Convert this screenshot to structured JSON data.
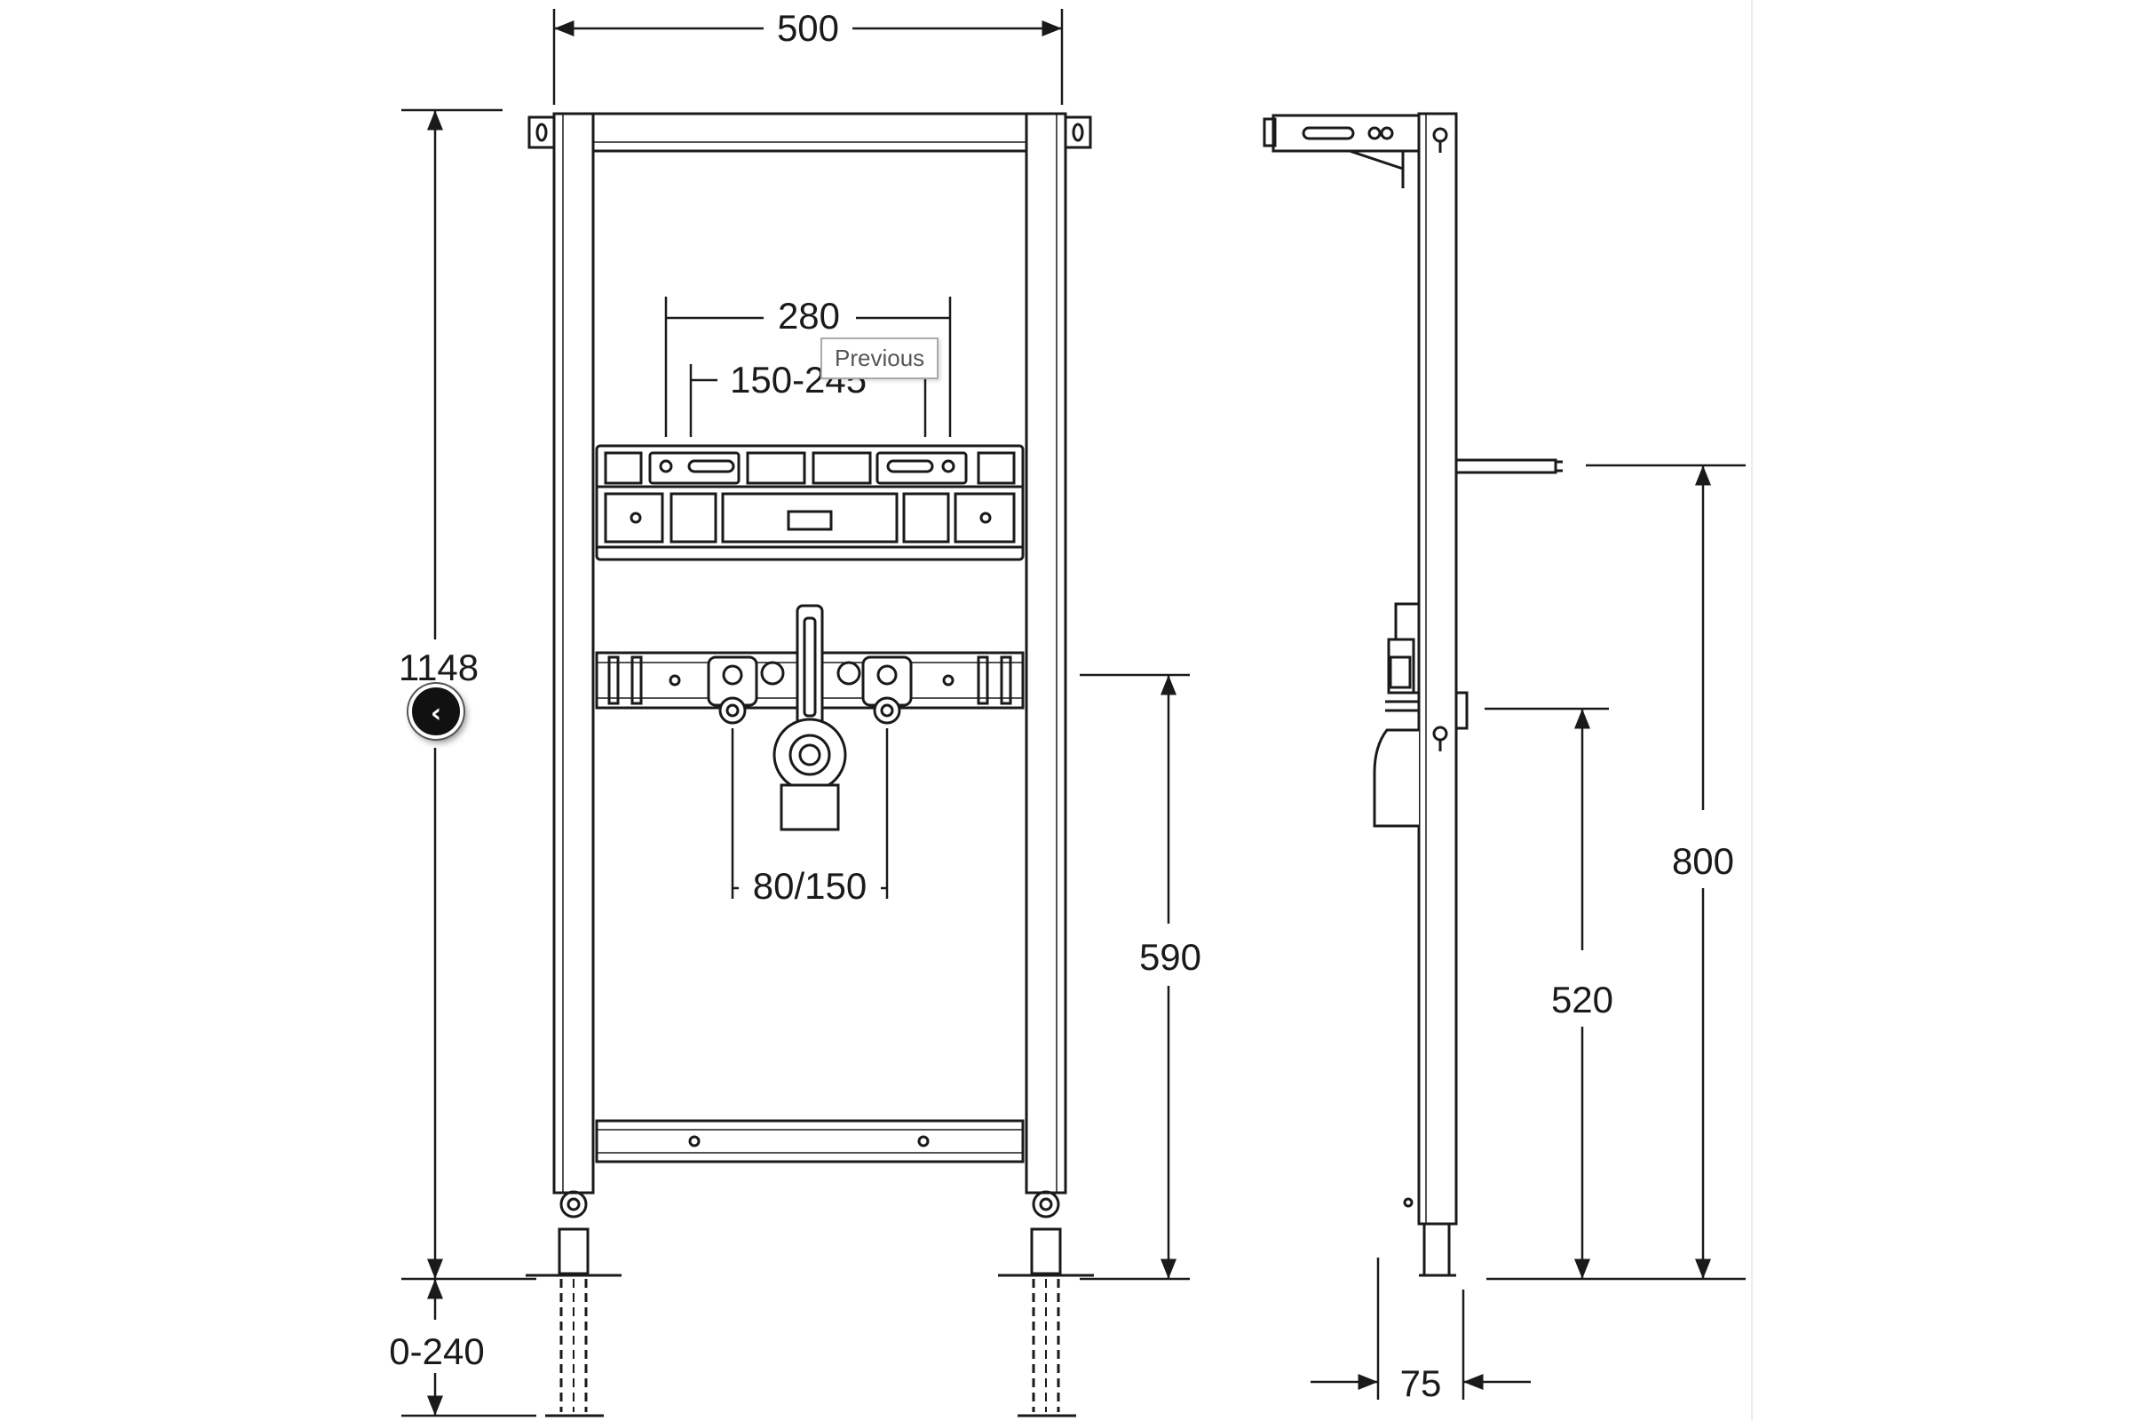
{
  "dimensions": {
    "width_total": "500",
    "height_total": "1148",
    "foot_extension": "0-240",
    "bracket_spacing": "280",
    "bracket_adjust": "150-245",
    "fitting_spacing": "80/150",
    "fitting_height": "590",
    "side_depth": "75",
    "side_outlet_height": "520",
    "side_rod_height": "800"
  },
  "viewer": {
    "previous_tooltip": "Previous",
    "previous_button_icon": "chevron-left-icon",
    "previous_button_glyph": "‹"
  },
  "colors": {
    "line": "#1a1a1a",
    "background": "#ffffff"
  }
}
